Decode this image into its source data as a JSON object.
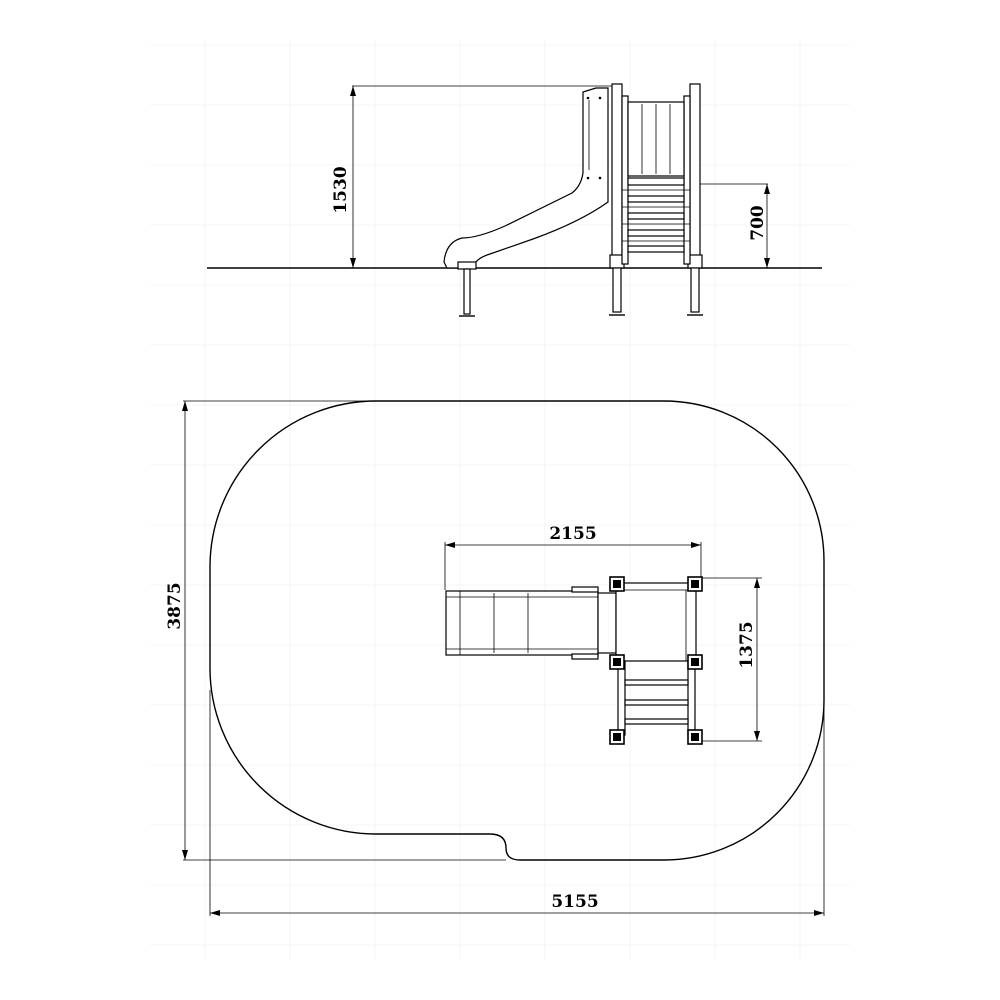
{
  "dimensions": {
    "side_height": "1530",
    "platform_height": "700",
    "overall_depth": "3875",
    "overall_width": "5155",
    "unit_length": "2155",
    "unit_depth": "1375"
  }
}
